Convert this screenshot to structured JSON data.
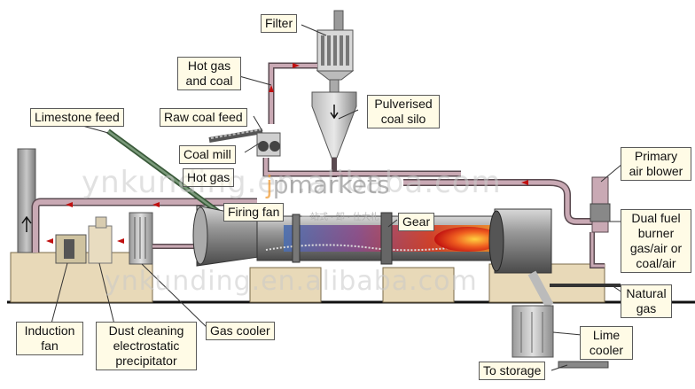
{
  "labels": {
    "filter": "Filter",
    "hot_gas_and_coal": "Hot gas\nand coal",
    "limestone_feed": "Limestone feed",
    "raw_coal_feed": "Raw coal feed",
    "pulverised_coal_silo": "Pulverised\ncoal silo",
    "coal_mill": "Coal mill",
    "hot_gas": "Hot gas",
    "primary_air_blower": "Primary\nair blower",
    "firing_fan": "Firing fan",
    "gear": "Gear",
    "dual_fuel_burner": "Dual fuel\nburner\ngas/air or\ncoal/air",
    "natural_gas": "Natural\ngas",
    "induction_fan": "Induction\nfan",
    "dust_cleaning": "Dust cleaning\nelectrostatic\nprecipitator",
    "gas_cooler": "Gas cooler",
    "lime_cooler": "Lime\ncooler",
    "to_storage": "To storage"
  },
  "watermarks": {
    "top": "ynkunding.en.alibaba.com",
    "bottom": "ynkunding.en.alibaba.com",
    "brand": "pmarkets",
    "brand_prefix": "j",
    "sub": "一站式 · 卸 · 仕大札"
  },
  "colors": {
    "duct_fill": "#c9a9b4",
    "duct_stroke": "#5a4a50",
    "label_bg": "#fffbe6",
    "flame": "#e23a1a",
    "base": "#e8d9b8"
  }
}
